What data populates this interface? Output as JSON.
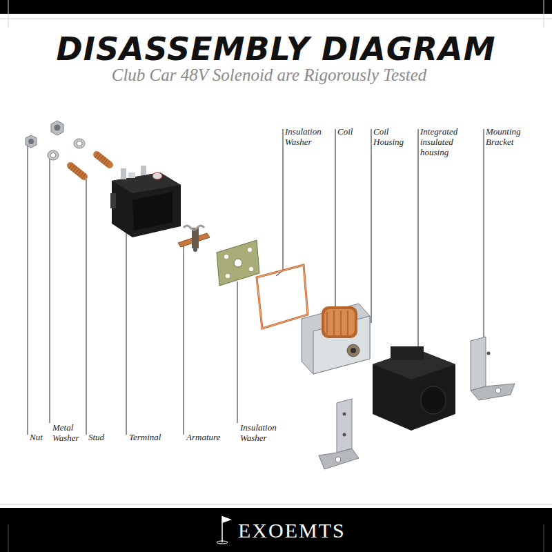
{
  "diagram": {
    "title": "DISASSEMBLY DIAGRAM",
    "caption": "Club Car 48V Solenoid are Rigorously Tested",
    "labels": [
      "Insulation Washer",
      "Coil",
      "Coil Housing",
      "Integrated insulated housing",
      "Mounting Bracket",
      "Nut",
      "Metal Washer",
      "Stud",
      "Terminal",
      "Armature",
      "Insulation Washer",
      "EXOEMTS"
    ]
  }
}
